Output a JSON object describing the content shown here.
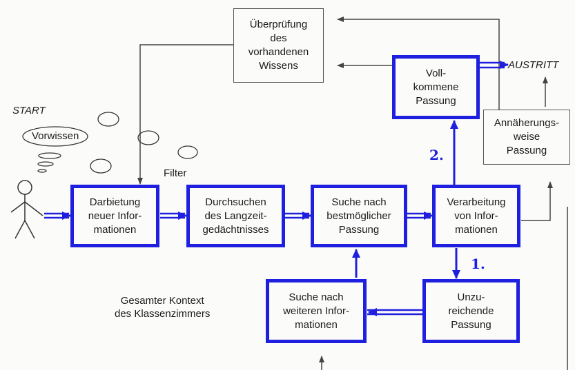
{
  "labels": {
    "start": "START",
    "vorwissen": "Vorwissen",
    "filter": "Filter",
    "austritt": "AUSTRITT",
    "kontext": "Gesamter Kontext\ndes Klassenzimmers",
    "step1": "1.",
    "step2": "2."
  },
  "boxes": {
    "darbietung": "Darbietung\nneuer Infor-\nmationen",
    "durchsuchen": "Durchsuchen\ndes Langzeit-\ngedächtnisses",
    "suche_best": "Suche nach\nbestmöglicher\nPassung",
    "verarbeitung": "Verarbeitung\nvon Infor-\nmationen",
    "vollkommene": "Voll-\nkommene\nPassung",
    "ueberpruefung": "Überprüfung\ndes\nvorhandenen\nWissens",
    "annaeherung": "Annäherungs-\nweise\nPassung",
    "unzureichende": "Unzu-\nreichende\nPassung",
    "suche_weitere": "Suche nach\nweiteren Infor-\nmationen"
  },
  "colors": {
    "blue": "#1f1fe0",
    "gray": "#444444"
  }
}
